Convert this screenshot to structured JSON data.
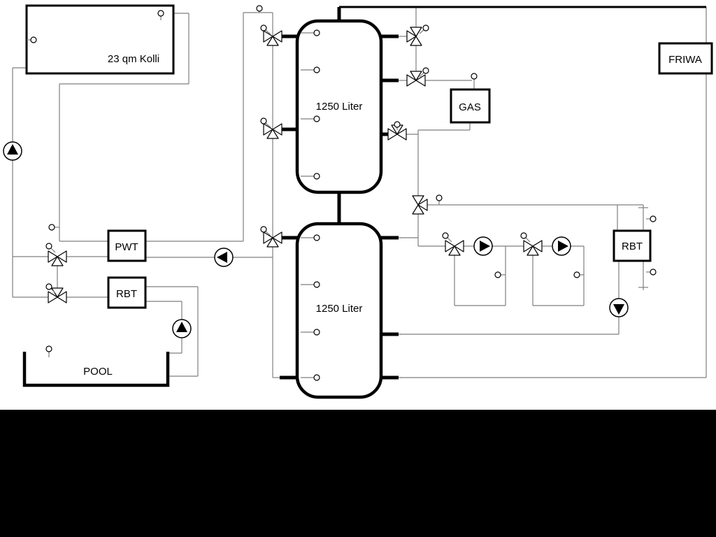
{
  "diagram": {
    "labels": {
      "collector": "23 qm Kolli",
      "tank_upper": "1250 Liter",
      "tank_lower": "1250 Liter",
      "gas": "GAS",
      "friwa": "FRIWA",
      "pwt": "PWT",
      "rbt_pool": "RBT",
      "rbt_right": "RBT",
      "pool": "POOL"
    },
    "colors": {
      "pipe": "#7f7f7f",
      "component": "#000000",
      "background": "#ffffff",
      "letterbox": "#000000"
    }
  }
}
